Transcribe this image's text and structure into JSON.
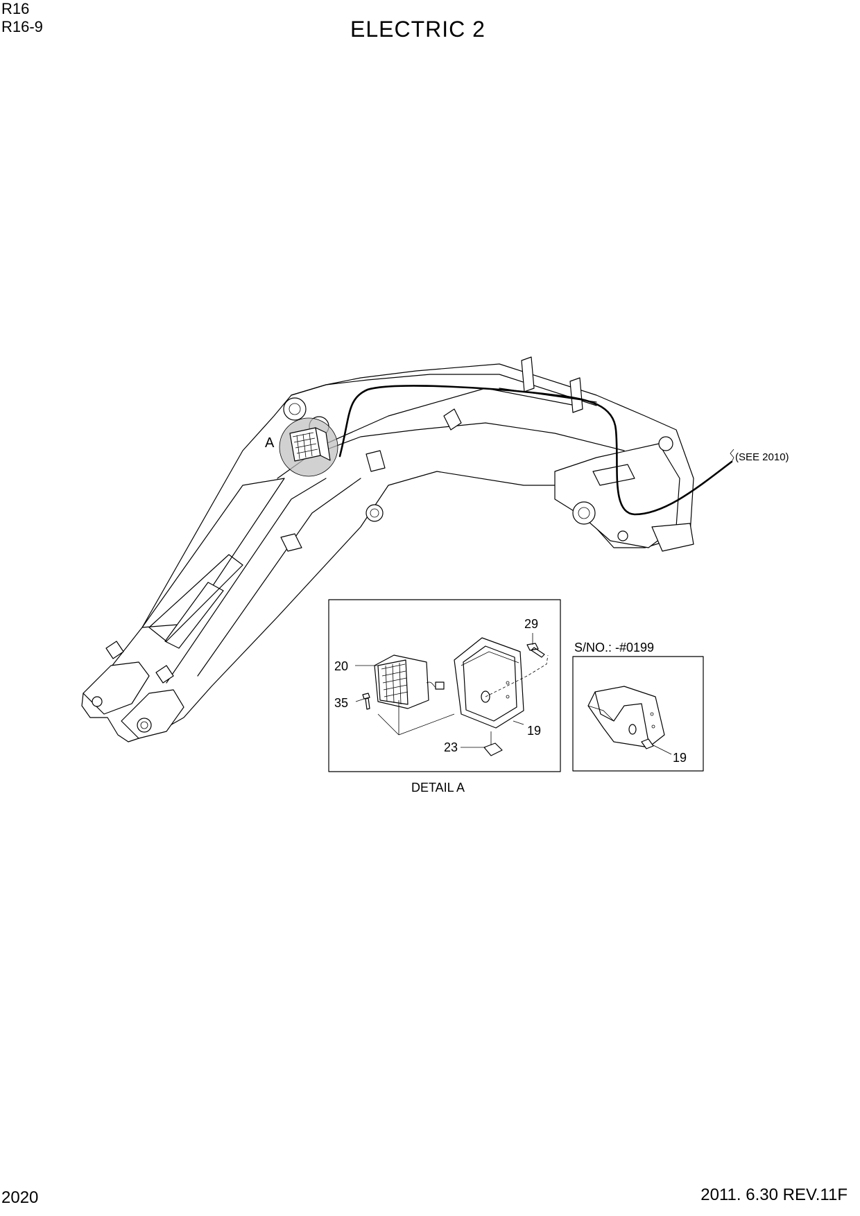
{
  "header": {
    "model": "R16",
    "sub_model": "R16-9",
    "title": "ELECTRIC 2"
  },
  "callouts": {
    "detail_marker": "A",
    "see_ref": "(SEE 2010)",
    "detail_caption": "DETAIL A",
    "serial_note": "S/NO.: -#0199"
  },
  "parts": {
    "lamp": "20",
    "bolt": "35",
    "screw": "29",
    "bracket": "19",
    "bracket_alt": "19",
    "clip": "23"
  },
  "footer": {
    "page_number": "2020",
    "revision": "2011. 6.30  REV.11F"
  }
}
